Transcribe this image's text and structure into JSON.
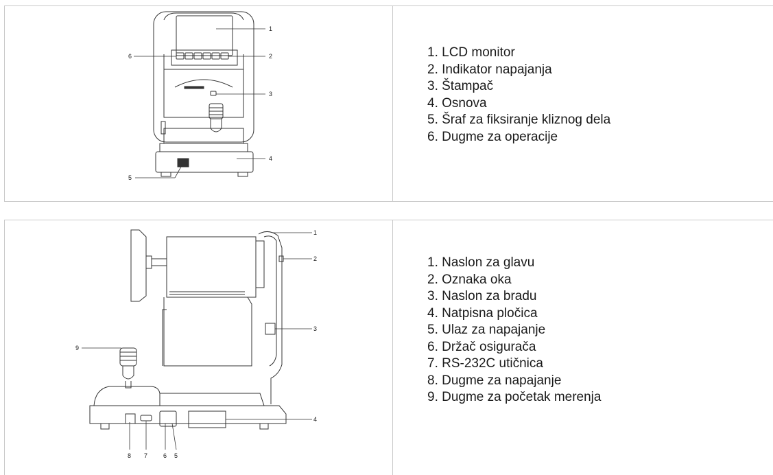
{
  "panel1": {
    "callouts": [
      "1",
      "2",
      "3",
      "4",
      "5",
      "6"
    ],
    "legend": [
      "1. LCD monitor",
      "2. Indikator napajanja",
      "3. Štampač",
      "4. Osnova",
      "5. Šraf za fiksiranje kliznog dela",
      "6. Dugme za operacije"
    ]
  },
  "panel2": {
    "callouts": [
      "1",
      "2",
      "3",
      "4",
      "5",
      "6",
      "7",
      "8",
      "9"
    ],
    "legend": [
      "1. Naslon za glavu",
      "2. Oznaka oka",
      "3. Naslon za bradu",
      "4. Natpisna pločica",
      "5. Ulaz za napajanje",
      "6. Držač osigurača",
      "7. RS-232C utičnica",
      "8. Dugme za napajanje",
      "9. Dugme za početak merenja"
    ]
  }
}
